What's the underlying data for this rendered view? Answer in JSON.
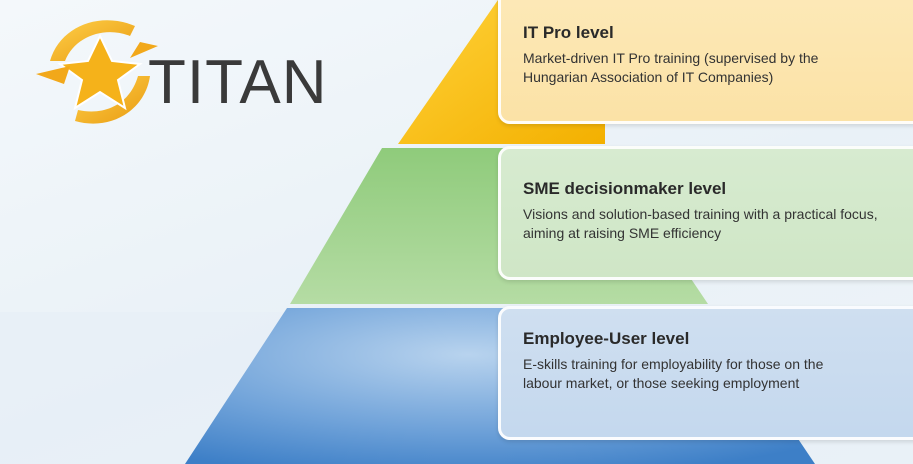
{
  "logo": {
    "text": "TITAN"
  },
  "levels": [
    {
      "title": "IT Pro level",
      "description": "Market-driven IT Pro training (supervised by the Hungarian Association of IT Companies)",
      "color": "#f5b800"
    },
    {
      "title": "SME decisionmaker level",
      "description": "Visions and solution-based training with a practical focus, aiming at raising SME efficiency",
      "color": "#7cc06a"
    },
    {
      "title": "Employee-User level",
      "description": "E-skills training for employability for those on the labour market, or those seeking employment",
      "color": "#4f8fd0"
    }
  ],
  "colors": {
    "logo_gold": "#f2b21c",
    "logo_text": "#3a3a3a"
  }
}
